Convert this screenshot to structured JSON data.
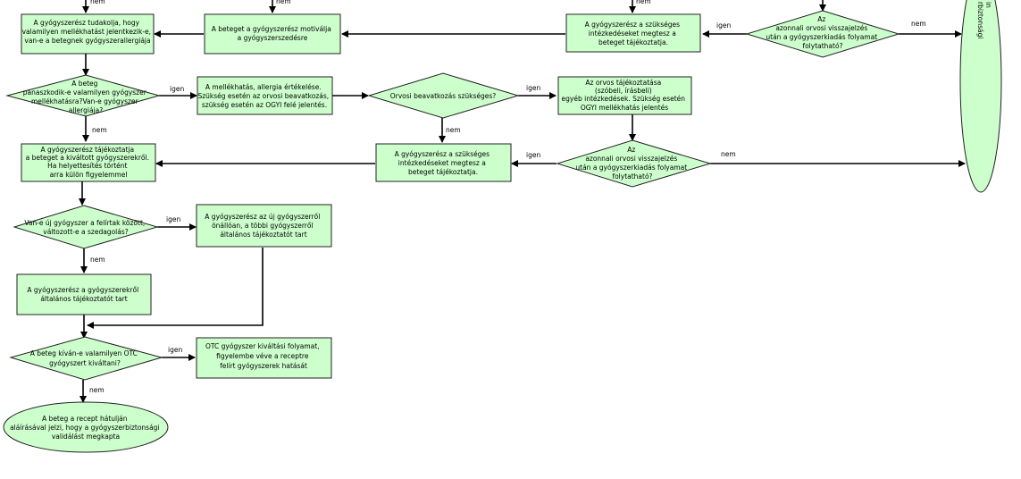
{
  "colors": {
    "node_fill": "#ccffcc",
    "stroke": "#222222",
    "line": "#000000",
    "background": "#ffffff"
  },
  "labels": {
    "yes": "igen",
    "no": "nem"
  },
  "nodes": {
    "ask_allergy": [
      "A gyógyszerész tudakolja, hogy",
      "valamilyen mellékhatást jelentkezik-e,",
      "van-e a betegnek gyógyszerallergiája"
    ],
    "inform_motivation": [
      "A beteget a gyógyszerész motiválja",
      "a gyógyszerszedésre"
    ],
    "inform_measures_top": [
      "A gyógyszerész a szükséges",
      "intézkedéseket megtesz a",
      "beteget tájékoztatja."
    ],
    "decision_immediate_top": [
      "Az",
      "azonnali orvosi visszajelzés",
      "után a gyógyszerkiadás folyamat",
      "folytatható?"
    ],
    "end_right": [
      "in",
      "rbiztonsági"
    ],
    "decision_side_effect": [
      "A beteg",
      "panaszkodik-e valamilyen gyógyszer",
      "mellékhatásra?Van-e gyógyszer",
      "allergiája?"
    ],
    "evaluate_side_effect": [
      "A mellékhatás, allergia értékelése.",
      "Szükség esetén az orvosi beavatkozás,",
      "szükség esetén az OGYI felé jelentés."
    ],
    "decision_medical": [
      "Orvosi beavatkozás szükséges?"
    ],
    "inform_doctor": [
      "Az orvos tájékoztatása",
      "(szóbeli, írásbeli)",
      "egyéb intézkedések. Szükség esetén",
      "OGYI mellékhatás jelentés"
    ],
    "inform_patient_dispensed": [
      "A gyógyszerész tájékoztatja",
      "a beteget a kiváltott gyógyszerekről.",
      "Ha helyettesítés történt",
      "arra külön figyelemmel"
    ],
    "inform_measures_mid": [
      "A gyógyszerész a szükséges",
      "intézkedéseket megtesz a",
      "beteget tájékoztatja."
    ],
    "decision_immediate_mid": [
      "Az",
      "azonnali orvosi visszajelzés",
      "után a gyógyszerkiadás folyamat",
      "folytatható?"
    ],
    "decision_new_drug": [
      "Van-e új gyógyszer a felírtak között,",
      "változott-e a szedagolás?"
    ],
    "inform_new_drug": [
      "A gyógyszerész az új gyógyszerről",
      "önállóan, a többi gyógyszerről",
      "általános tájékoztatót tart"
    ],
    "inform_general": [
      "A gyógyszerész a gyógyszerekről",
      "általános tájékoztatót tart"
    ],
    "decision_otc": [
      "A beteg kíván-e valamilyen OTC",
      "gyógyszert kiváltani?"
    ],
    "otc_process": [
      "OTC gyógyszer kiváltási folyamat,",
      "figyelembe véve a receptre",
      "felírt gyógyszerek hatását"
    ],
    "end_signature": [
      "A beteg a recept hátulján",
      "aláírásával jelzi, hogy a gyógyszerbiztonsági",
      "validálást megkapta"
    ]
  }
}
